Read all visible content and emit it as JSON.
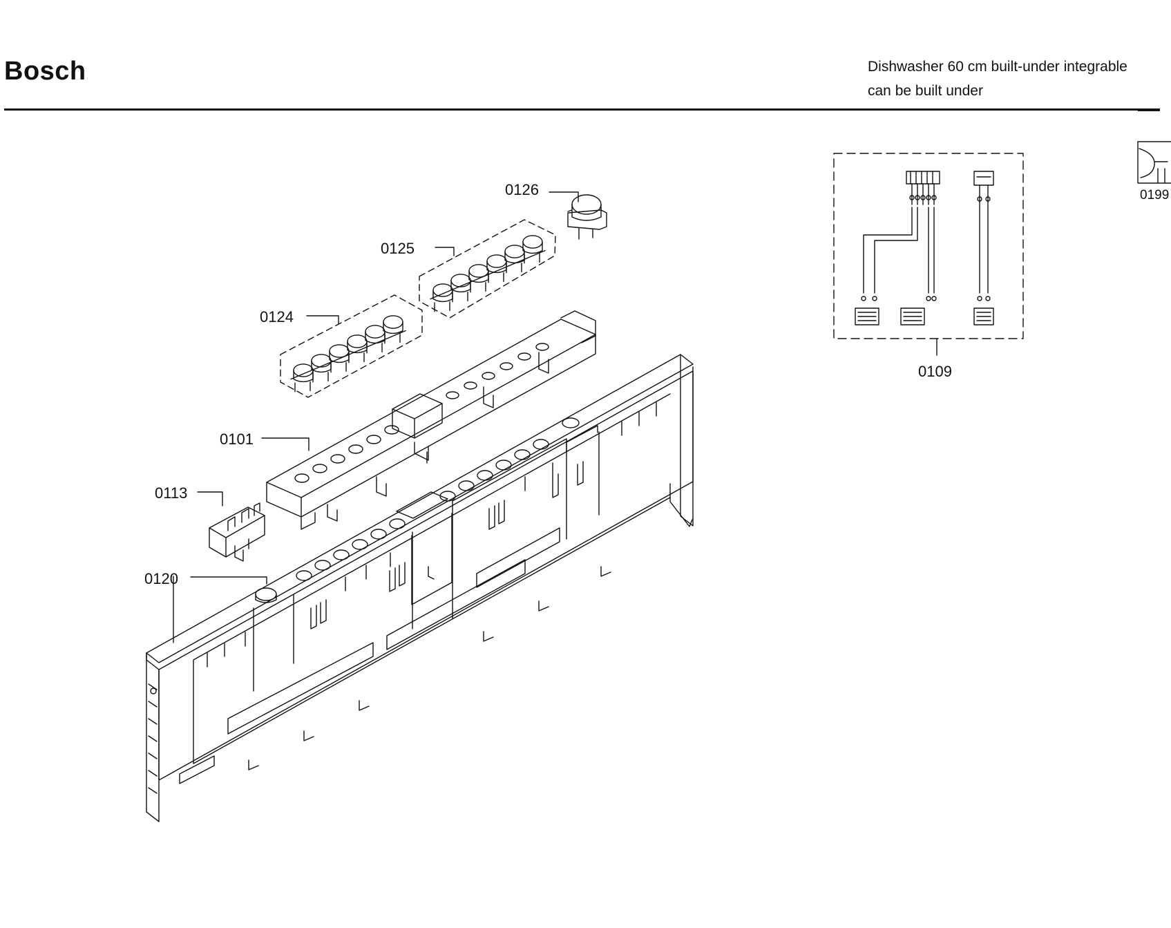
{
  "header": {
    "brand": "Bosch",
    "description_line1": "Dishwasher 60 cm built-under integrable",
    "description_line2": "can be built under"
  },
  "parts": {
    "p0126": "0126",
    "p0125": "0125",
    "p0124": "0124",
    "p0101": "0101",
    "p0113": "0113",
    "p0120": "0120",
    "p0109": "0109",
    "p0199": "0199"
  },
  "colors": {
    "ink": "#111111",
    "paper": "#ffffff"
  }
}
